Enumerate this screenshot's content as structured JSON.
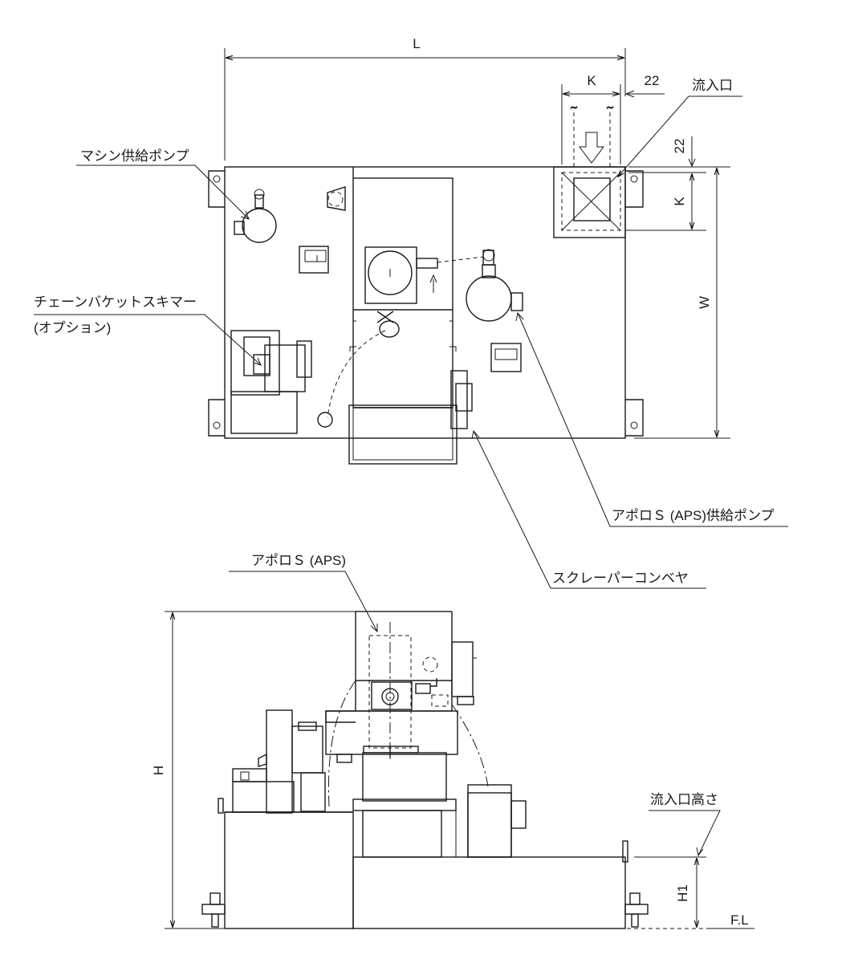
{
  "dimensions": {
    "L": "L",
    "K_top": "K",
    "d22_top": "22",
    "d22_side": "22",
    "K_side": "K",
    "W": "W",
    "H": "H",
    "H1": "H1",
    "FL": "F.L"
  },
  "labels": {
    "inlet": "流入口",
    "machine_pump": "マシン供給ポンプ",
    "skimmer_line1": "チェーンバケットスキマー",
    "skimmer_line2": "(オプション)",
    "aps_pump": "アポロＳ (APS)供給ポンプ",
    "scraper": "スクレーパーコンベヤ",
    "aps": "アポロＳ (APS)",
    "inlet_height": "流入口高さ"
  }
}
